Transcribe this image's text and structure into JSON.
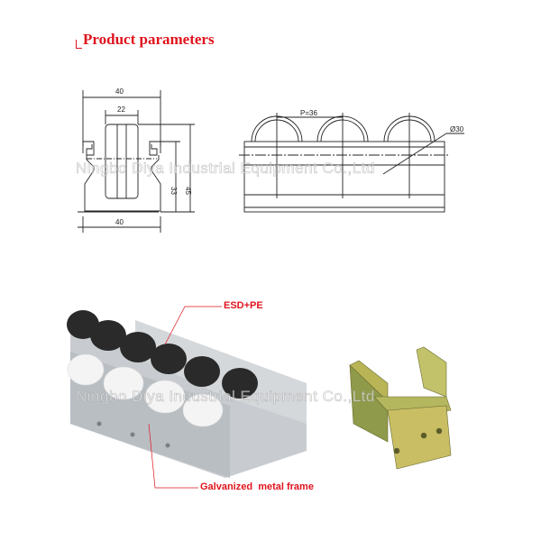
{
  "header": {
    "title": "Product parameters"
  },
  "side_view": {
    "top_width": "40",
    "roller_width": "22",
    "frame_height": "33",
    "total_height": "45",
    "bottom_width": "40"
  },
  "front_view": {
    "pitch": "P=36",
    "diameter": "Ø30"
  },
  "photo": {
    "roller_material_label": "ESD+PE",
    "frame_label": "Galvanized  metal frame"
  },
  "watermark": "Ningbo Diya Industrial Equipment Co.,Ltd",
  "colors": {
    "accent": "#e0141e"
  }
}
